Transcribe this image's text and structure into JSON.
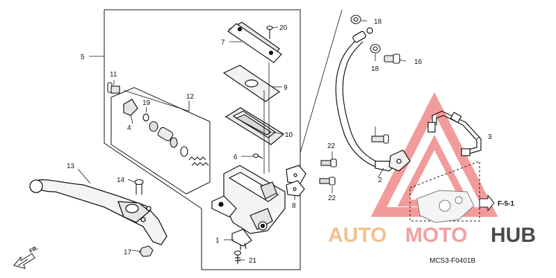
{
  "callouts": {
    "n1": "1",
    "n2": "2",
    "n3": "3",
    "n4": "4",
    "n5": "5",
    "n6": "6",
    "n7": "7",
    "n8": "8",
    "n9": "9",
    "n10": "10",
    "n11": "11",
    "n12": "12",
    "n13": "13",
    "n14": "14",
    "n16": "16",
    "n17": "17",
    "n18a": "18",
    "n18b": "18",
    "n19": "19",
    "n20": "20",
    "n21": "21",
    "n22a": "22",
    "n22b": "22"
  },
  "reference": {
    "label": "F-5-1"
  },
  "direction": {
    "label": "FR."
  },
  "diagram_code": "MCS3-F0401B",
  "watermark": {
    "part1": "AUTO",
    "part2": "MOTO",
    "part3": "HUB"
  },
  "icons": {
    "watermark_logo": "triangle-logo-icon",
    "front_arrow": "front-arrow-icon",
    "reference_arrow": "outline-arrow-icon"
  },
  "colors": {
    "watermark_red": "#f08a8a",
    "watermark_orange": "#f2c18c",
    "watermark_dark": "#4a4a4a",
    "line": "#111111"
  }
}
